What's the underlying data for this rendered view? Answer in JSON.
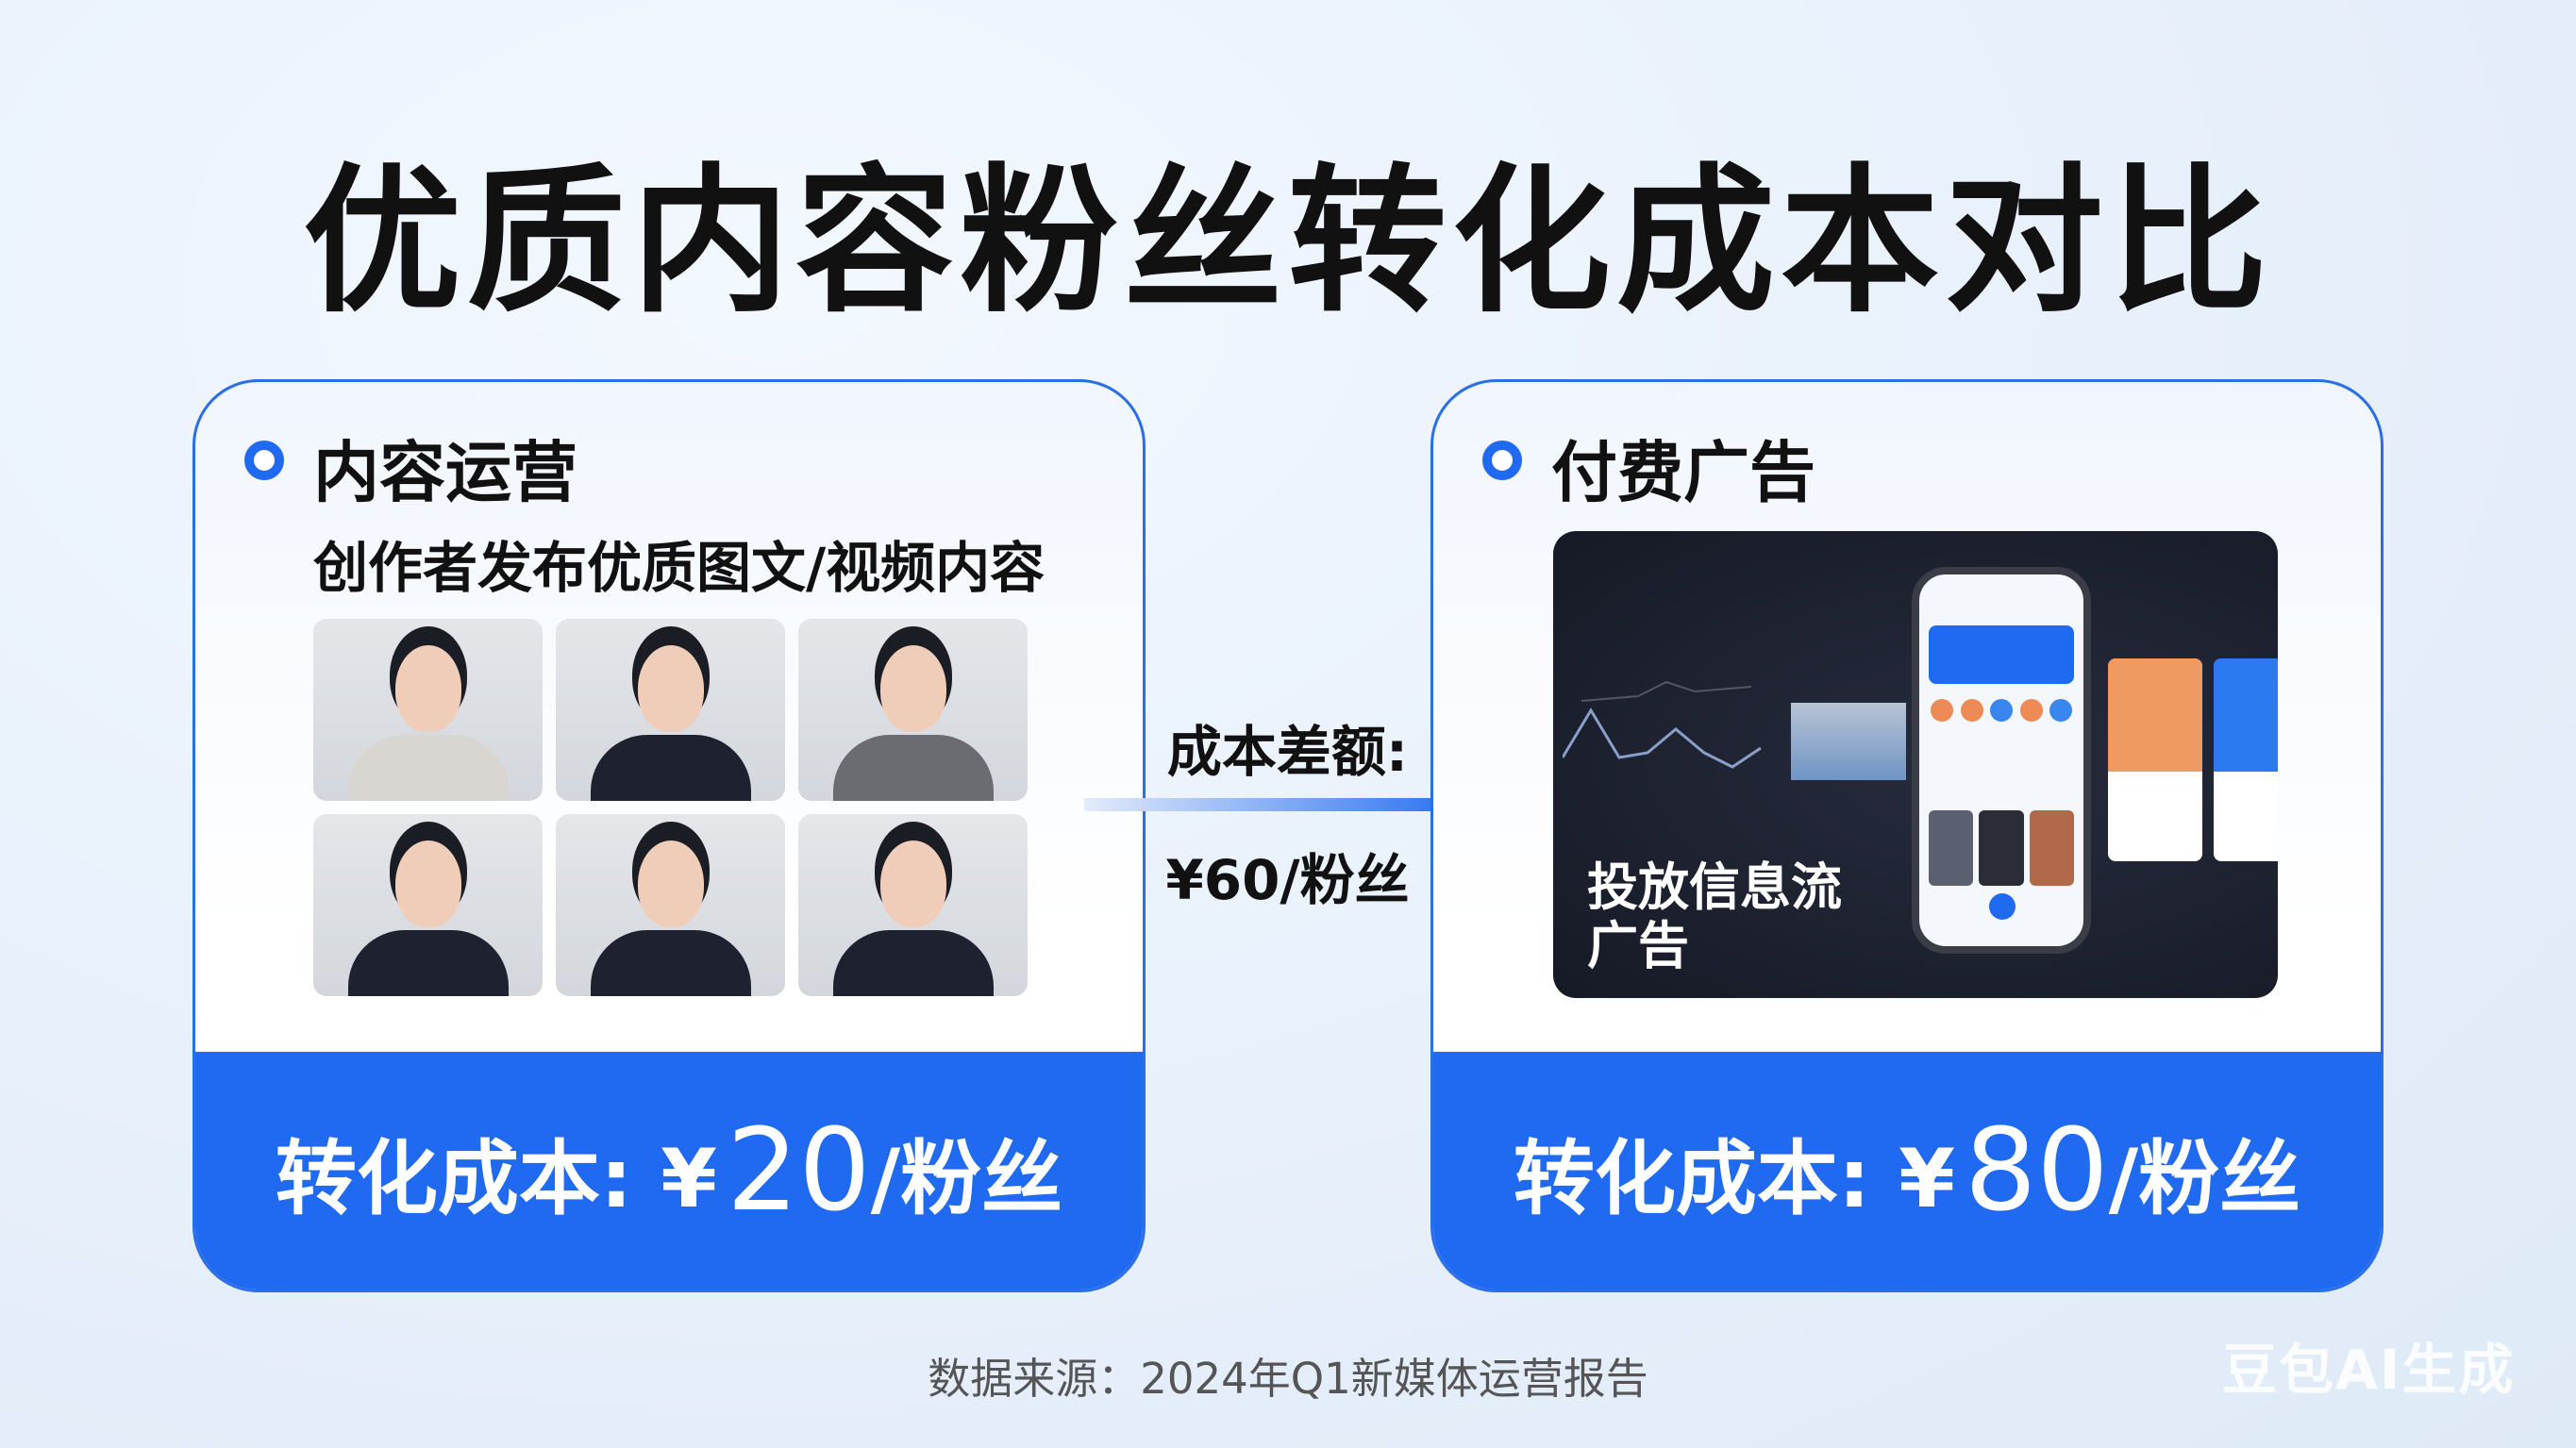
{
  "title": "优质内容粉丝转化成本对比",
  "left_card": {
    "heading": "内容运营",
    "subtitle": "创作者发布优质图文/视频内容",
    "footer_label": "转化成本: ¥",
    "footer_value": "20",
    "footer_unit": "/粉丝"
  },
  "middle": {
    "label": "成本差额:",
    "value": "¥60/粉丝",
    "arrow_color": "#1f6af0"
  },
  "right_card": {
    "heading": "付费广告",
    "image_text": "投放信息流广告",
    "footer_label": "转化成本: ¥",
    "footer_value": "80",
    "footer_unit": "/粉丝"
  },
  "source": "数据来源：2024年Q1新媒体运营报告",
  "watermark": "豆包AI生成",
  "colors": {
    "accent": "#1f6af0",
    "ad_background": "#1b1f2c"
  }
}
